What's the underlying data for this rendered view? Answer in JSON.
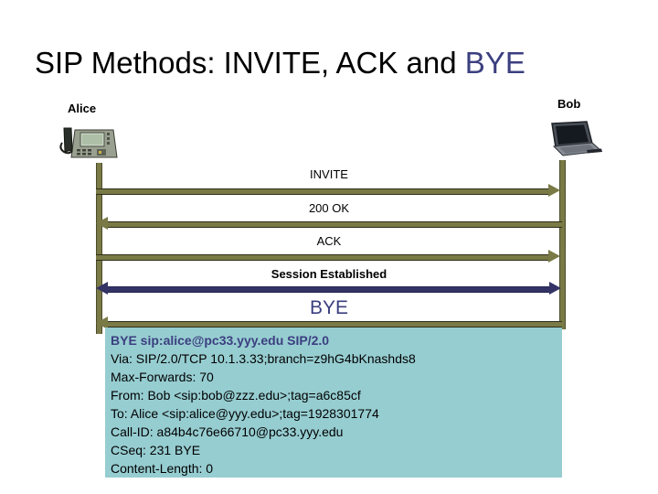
{
  "slide": {
    "title_prefix": "SIP Methods: INVITE, ACK and ",
    "title_highlight": "BYE"
  },
  "endpoints": {
    "left": {
      "label": "Alice",
      "device_icon": "ip-phone-icon"
    },
    "right": {
      "label": "Bob",
      "device_icon": "laptop-icon"
    }
  },
  "messages": [
    {
      "label": "INVITE",
      "direction": "right",
      "style": "normal",
      "color": "#000000"
    },
    {
      "label": "200 OK",
      "direction": "left",
      "style": "normal",
      "color": "#000000"
    },
    {
      "label": "ACK",
      "direction": "right",
      "style": "normal",
      "color": "#000000"
    },
    {
      "label": "Session Established",
      "direction": "both",
      "style": "bold",
      "color": "#000000"
    },
    {
      "label": "BYE",
      "direction": "left",
      "style": "big",
      "color": "#3b3f7f"
    }
  ],
  "sip_message": {
    "background": "#96cdd1",
    "lines": [
      "BYE sip:alice@pc33.yyy.edu SIP/2.0",
      "Via: SIP/2.0/TCP 10.1.3.33;branch=z9hG4bKnashds8",
      "Max-Forwards: 70",
      "From: Bob <sip:bob@zzz.edu>;tag=a6c85cf",
      "To: Alice <sip:alice@yyy.edu>;tag=1928301774",
      "Call-ID: a84b4c76e66710@pc33.yyy.edu",
      "CSeq: 231 BYE",
      "Content-Length: 0"
    ]
  },
  "colors": {
    "arrow_olive": "#7a7a46",
    "arrow_blue": "#333366",
    "title_accent": "#3b3f7f",
    "message_bg": "#96cdd1"
  }
}
